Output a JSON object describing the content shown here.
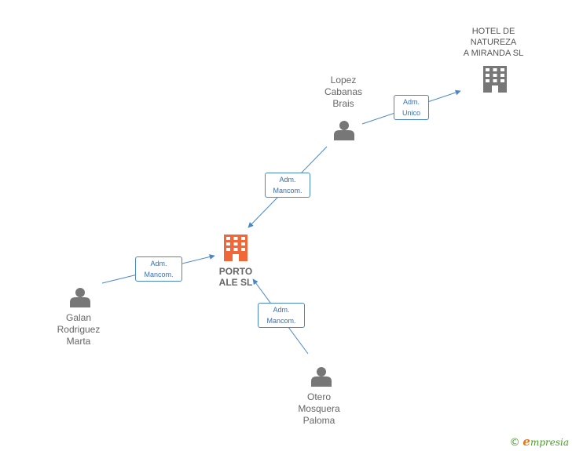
{
  "nodes": {
    "hotel": {
      "label": "HOTEL DE\nNATUREZA\nA MIRANDA SL"
    },
    "porto": {
      "label": "PORTO\nALE  SL"
    },
    "lopez": {
      "label": "Lopez\nCabanas\nBrais"
    },
    "galan": {
      "label": "Galan\nRodriguez\nMarta"
    },
    "otero": {
      "label": "Otero\nMosquera\nPaloma"
    }
  },
  "edges": {
    "lopez_hotel": {
      "line1": "Adm.",
      "line2": "Unico"
    },
    "lopez_porto": {
      "line1": "Adm.",
      "line2": "Mancom."
    },
    "galan_porto": {
      "line1": "Adm.",
      "line2": "Mancom."
    },
    "otero_porto": {
      "line1": "Adm.",
      "line2": "Mancom."
    }
  },
  "footer": {
    "copyright": "©",
    "brand_initial": "e",
    "brand_rest": "mpresia"
  },
  "colors": {
    "edge": "#4a86c8",
    "person": "#777777",
    "company": "#777777",
    "main_company": "#f0673a"
  }
}
